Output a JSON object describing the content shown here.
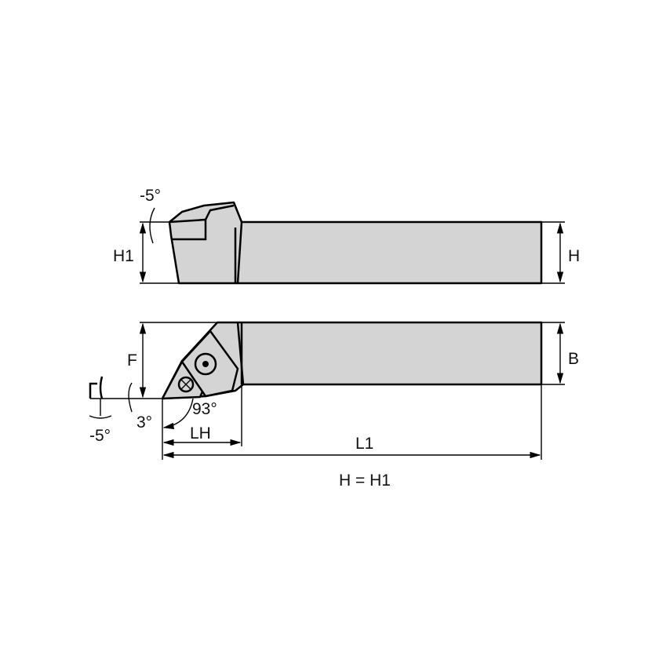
{
  "labels": {
    "top_angle": "-5°",
    "h1": "H1",
    "h": "H",
    "f": "F",
    "b": "B",
    "side_angle": "-5°",
    "clearance_angle": "3°",
    "lead_angle": "93°",
    "lh": "LH",
    "l1": "L1",
    "note": "H = H1"
  },
  "colors": {
    "body_fill": "#d4d4d4",
    "outline": "#000000"
  }
}
